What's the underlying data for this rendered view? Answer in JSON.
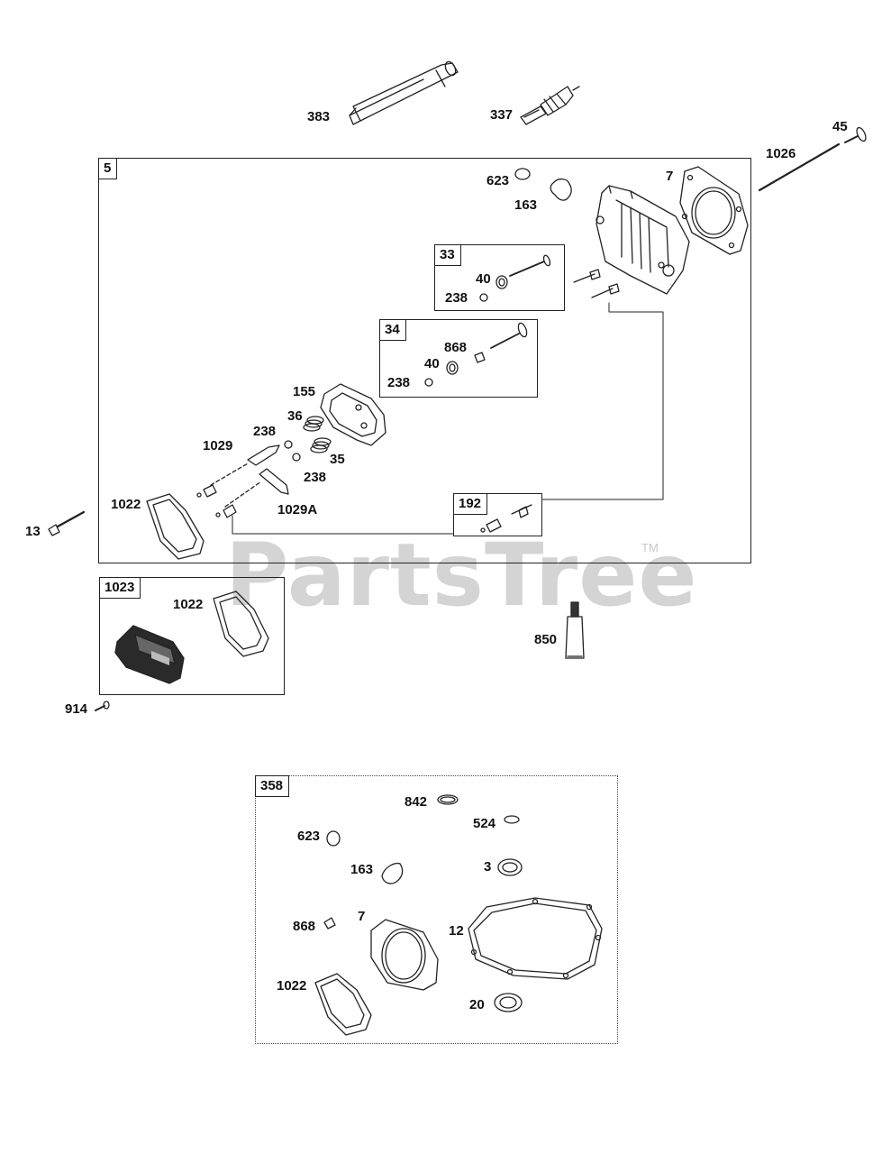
{
  "watermark": {
    "brand": "PartsTree",
    "tm": "TM"
  },
  "groups": {
    "g5": "5",
    "g33": "33",
    "g34": "34",
    "g192": "192",
    "g1023": "1023",
    "g358": "358"
  },
  "callouts": {
    "c383": "383",
    "c337": "337",
    "c1026": "1026",
    "c45": "45",
    "c623": "623",
    "c163": "163",
    "c7": "7",
    "c40a": "40",
    "c238a": "238",
    "c868a": "868",
    "c40b": "40",
    "c238b": "238",
    "c155": "155",
    "c36": "36",
    "c238c": "238",
    "c1029": "1029",
    "c35": "35",
    "c238d": "238",
    "c1022a": "1022",
    "c1029A": "1029A",
    "c13": "13",
    "c1022b": "1022",
    "c850": "850",
    "c914": "914",
    "k842": "842",
    "k524": "524",
    "k623": "623",
    "k163": "163",
    "k3": "3",
    "k868": "868",
    "k7": "7",
    "k12": "12",
    "k1022": "1022",
    "k20": "20"
  },
  "colors": {
    "line": "#222222",
    "watermark": "#d4d4d4"
  }
}
